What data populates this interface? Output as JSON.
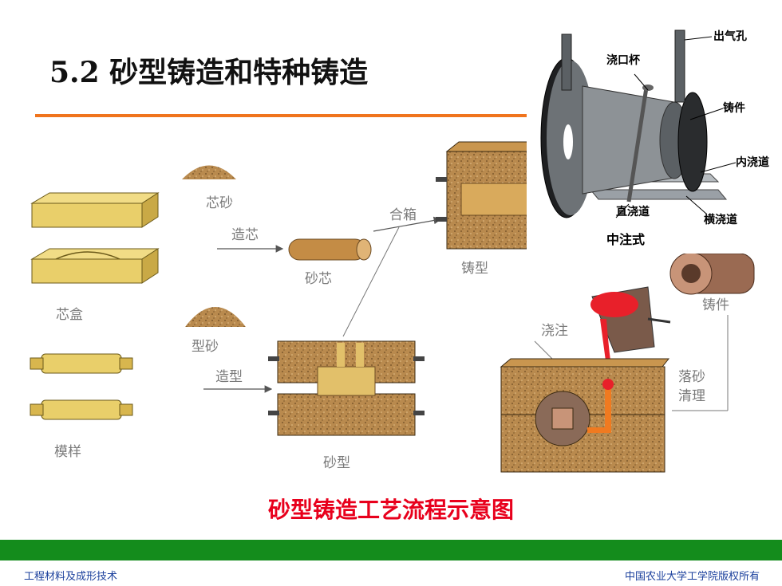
{
  "slide": {
    "title": "5.2  砂型铸造和特种铸造",
    "caption": "砂型铸造工艺流程示意图"
  },
  "footer": {
    "left": "工程材料及成形技术",
    "right": "中国农业大学工学院版权所有"
  },
  "flow_labels": {
    "core_sand": "芯砂",
    "core_making": "造芯",
    "core": "砂芯",
    "core_box": "芯盒",
    "mold_sand": "型砂",
    "molding": "造型",
    "pattern": "模样",
    "sand_mold": "砂型",
    "assembly": "合箱",
    "casting_mold": "铸型",
    "pouring": "浇注",
    "shakeout": "落砂",
    "cleaning": "清理",
    "casting": "铸件"
  },
  "inset": {
    "riser": "出气孔",
    "pouring_cup": "浇口杯",
    "casting": "铸件",
    "ingate": "内浇道",
    "sprue": "直浇道",
    "runner": "横浇道",
    "caption": "中注式"
  },
  "colors": {
    "rule": "#f0741d",
    "caption": "#e8001c",
    "footer_bar": "#148c1c",
    "footer_text": "#1a3f9c",
    "sand": "#b98a4e",
    "wood": "#e9cf6a",
    "label_gray": "#7a7a7a"
  }
}
